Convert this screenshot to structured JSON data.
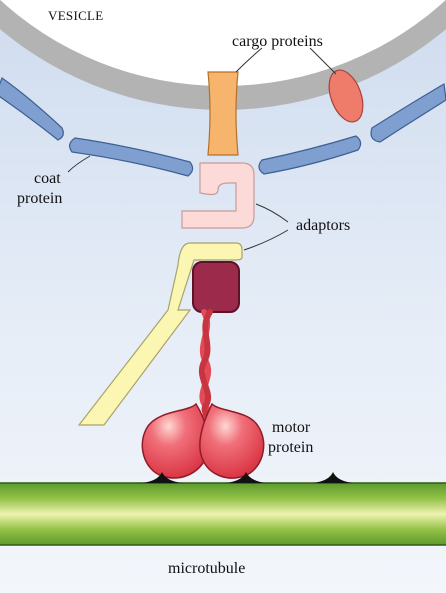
{
  "diagram": {
    "labels": {
      "vesicle": "VESICLE",
      "cargo_proteins": "cargo proteins",
      "coat_protein_line1": "coat",
      "coat_protein_line2": "protein",
      "adaptors": "adaptors",
      "motor_protein_line1": "motor",
      "motor_protein_line2": "protein",
      "microtubule": "microtubule"
    },
    "colors": {
      "background": "#dde7f4",
      "vesicle_interior": "#ffffff",
      "vesicle_membrane": "#b3b3b3",
      "coat_protein": "#7f9fd0",
      "cargo_protein_orange": "#f6b46d",
      "cargo_protein_red": "#ef7b6a",
      "adaptor_pink": "#fbdad7",
      "adaptor_yellow": "#fbf6b1",
      "motor_head": "#ea4a58",
      "motor_cargo_domain": "#9c2a4b",
      "microtubule_green": "#7fb23b",
      "microtubule_highlight": "#eef3b0"
    }
  }
}
